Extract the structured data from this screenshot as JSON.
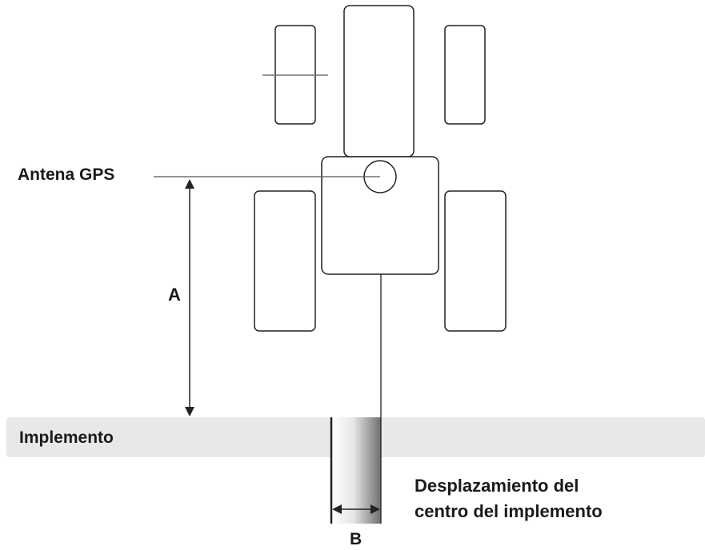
{
  "labels": {
    "gps_antenna": "Antena GPS",
    "distance_a": "A",
    "implement": "Implemento",
    "offset_line1": "Desplazamiento del",
    "offset_line2": "centro del implemento",
    "distance_b": "B"
  },
  "colors": {
    "outline": "#222222",
    "implement_bar": "#e8e8e8",
    "gradient_dark": "#6e6e6e",
    "gradient_light": "#ffffff"
  }
}
